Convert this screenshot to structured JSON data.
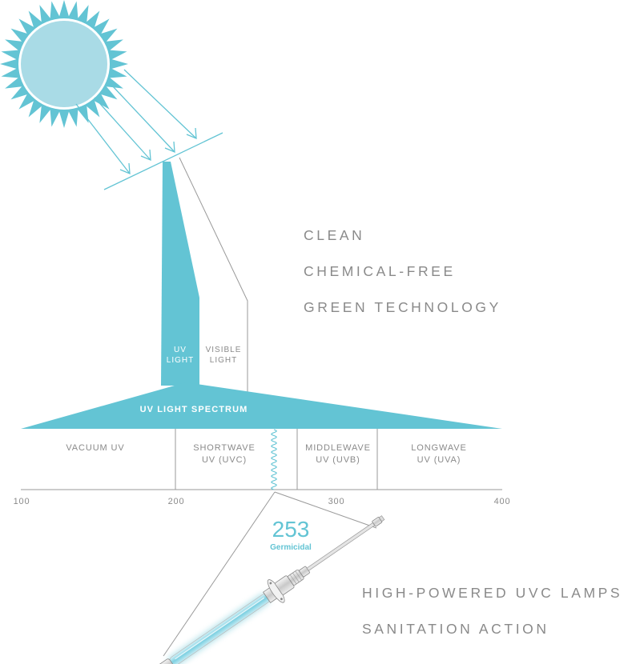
{
  "colors": {
    "accent": "#63c4d4",
    "sun_fill": "#a9dbe6",
    "line": "#9a9a9a",
    "text_gray": "#8a8a8a",
    "white": "#ffffff"
  },
  "taglines_top": [
    "CLEAN",
    "CHEMICAL-FREE",
    "GREEN TECHNOLOGY"
  ],
  "taglines_bottom": [
    "HIGH-POWERED UVC LAMPS",
    "SANITATION ACTION"
  ],
  "split": {
    "uv_light": [
      "UV",
      "LIGHT"
    ],
    "visible_light": [
      "VISIBLE",
      "LIGHT"
    ]
  },
  "spectrum": {
    "title": "UV LIGHT SPECTRUM",
    "bands": [
      {
        "lines": [
          "VACUUM UV"
        ]
      },
      {
        "lines": [
          "SHORTWAVE",
          "UV (UVC)"
        ]
      },
      {
        "lines": [
          "MIDDLEWAVE",
          "UV (UVB)"
        ]
      },
      {
        "lines": [
          "LONGWAVE",
          "UV (UVA)"
        ]
      }
    ],
    "ticks": [
      "100",
      "200",
      "300",
      "400"
    ]
  },
  "germicidal": {
    "value": "253",
    "label": "Germicidal"
  },
  "icons": [
    "sun-icon",
    "uvc-lamp-icon",
    "sine-wave-icon"
  ]
}
